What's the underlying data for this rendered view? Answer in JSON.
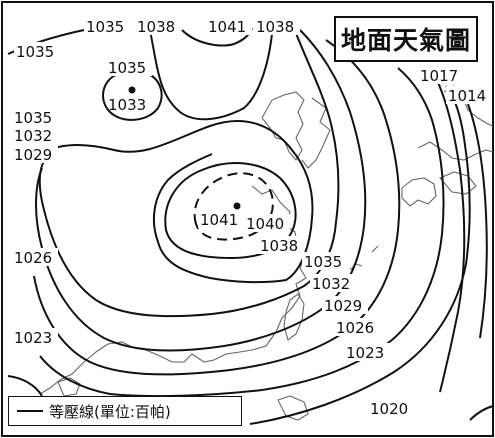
{
  "map": {
    "title": "地面天氣圖",
    "legend": "等壓線(單位:百帕)",
    "isobar_labels": {
      "top_1035": "1035",
      "top_1038": "1038",
      "top_1041": "1041",
      "top_1038_right": "1038",
      "left_1035_top": "1035",
      "small_high_1035": "1035",
      "small_high_center": "1033",
      "left_1035": "1035",
      "left_1032": "1032",
      "left_1029": "1029",
      "left_1026": "1026",
      "left_1023": "1023",
      "center_high": "1041",
      "center_1040": "1040",
      "center_1038": "1038",
      "right_1035": "1035",
      "right_1032": "1032",
      "right_1029": "1029",
      "right_1026": "1026",
      "right_1023": "1023",
      "bottom_1020": "1020",
      "ne_1017": "1017",
      "ne_1014": "1014"
    },
    "colors": {
      "ink": "#111111",
      "coast": "#666666",
      "background": "#ffffff"
    }
  }
}
